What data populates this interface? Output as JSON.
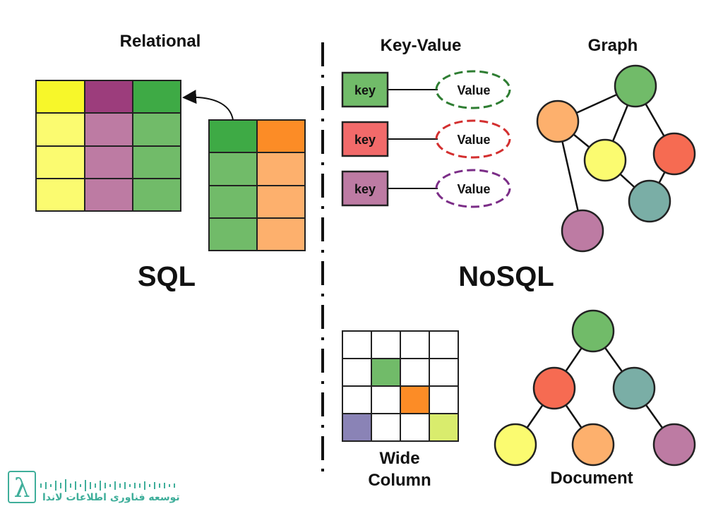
{
  "sql": {
    "section_label": "Relational",
    "big_label": "SQL",
    "table_a_colors": {
      "header": [
        "#f7f72a",
        "#9c3d7c",
        "#3eaa45"
      ],
      "body": [
        "#fbfb70",
        "#bd7ba3",
        "#71bb69"
      ]
    },
    "table_b_colors": {
      "header": [
        "#3eaa45",
        "#fc8c26"
      ],
      "body": [
        "#71bb69",
        "#fdb06d"
      ]
    }
  },
  "nosql": {
    "big_label": "NoSQL",
    "key_value": {
      "section_label": "Key-Value",
      "pairs": [
        {
          "key": "key",
          "value": "Value",
          "key_color": "#71bb69",
          "value_color": "#2e7d32"
        },
        {
          "key": "key",
          "value": "Value",
          "key_color": "#f26a6a",
          "value_color": "#d32f2f"
        },
        {
          "key": "key",
          "value": "Value",
          "key_color": "#bd7ba3",
          "value_color": "#7b2d87"
        }
      ]
    },
    "graph": {
      "section_label": "Graph",
      "node_colors": [
        "#71bb69",
        "#fdb06d",
        "#fbfb70",
        "#f66b52",
        "#7aaea6",
        "#bd7ba3"
      ]
    },
    "wide_column": {
      "section_label_line1": "Wide",
      "section_label_line2": "Column",
      "filled_cells": [
        {
          "row": 1,
          "col": 1,
          "color": "#71bb69"
        },
        {
          "row": 2,
          "col": 2,
          "color": "#fc8c26"
        },
        {
          "row": 3,
          "col": 0,
          "color": "#8a83b6"
        },
        {
          "row": 3,
          "col": 3,
          "color": "#d9ec6d"
        }
      ]
    },
    "document": {
      "section_label": "Document",
      "node_colors": [
        "#71bb69",
        "#f66b52",
        "#7aaea6",
        "#fbfb70",
        "#fdb06d",
        "#bd7ba3"
      ]
    }
  },
  "watermark": {
    "logo_glyph": "λ",
    "text": "توسعه فناوری اطلاعات لاندا",
    "color": "#3fae9a"
  }
}
